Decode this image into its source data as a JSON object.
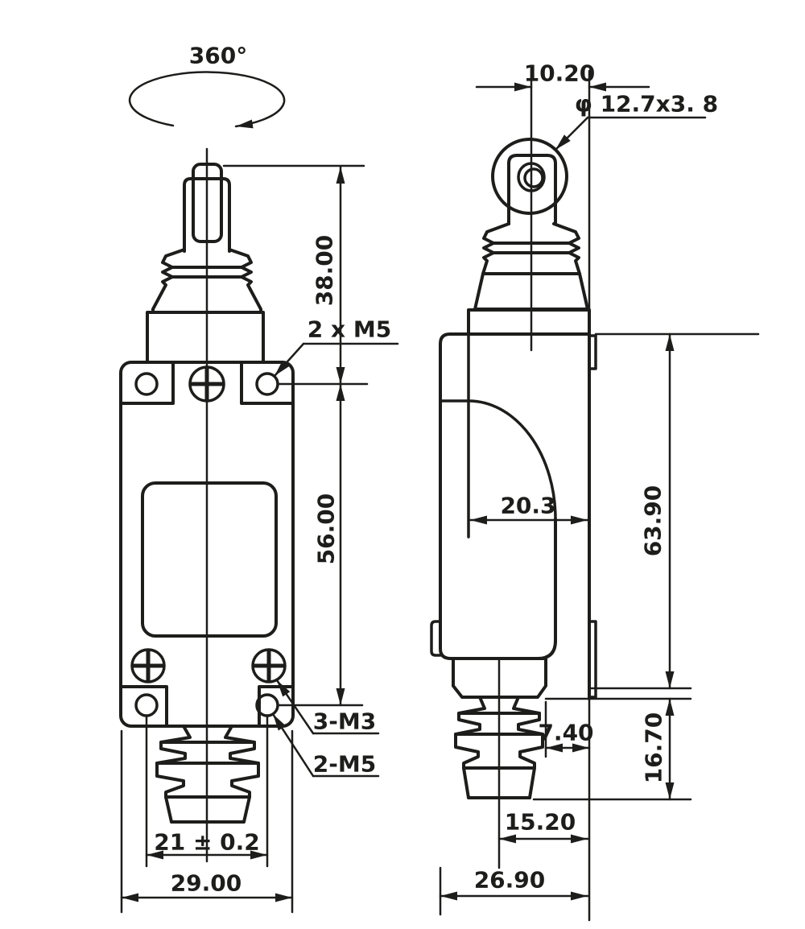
{
  "drawing": {
    "background": "#ffffff",
    "line_color": "#1d1d1b",
    "front_view": {
      "rotation": "360°",
      "dim_plunger_height": "38.00",
      "dim_body_height": "56.00",
      "label_head_screws": "2 x M5",
      "label_cover_screws": "3-M3",
      "label_mount_holes": "2-M5",
      "dim_hole_spacing": "21 ± 0.2",
      "dim_width": "29.00"
    },
    "side_view": {
      "dim_roller_offset": "10.20",
      "label_roller": "φ 12.7x3. 8",
      "dim_upper_depth": "20.3",
      "dim_height": "63.90",
      "dim_gland_offset": "7.40",
      "dim_gland_height": "16.70",
      "dim_gland_center": "15.20",
      "dim_depth": "26.90"
    }
  }
}
